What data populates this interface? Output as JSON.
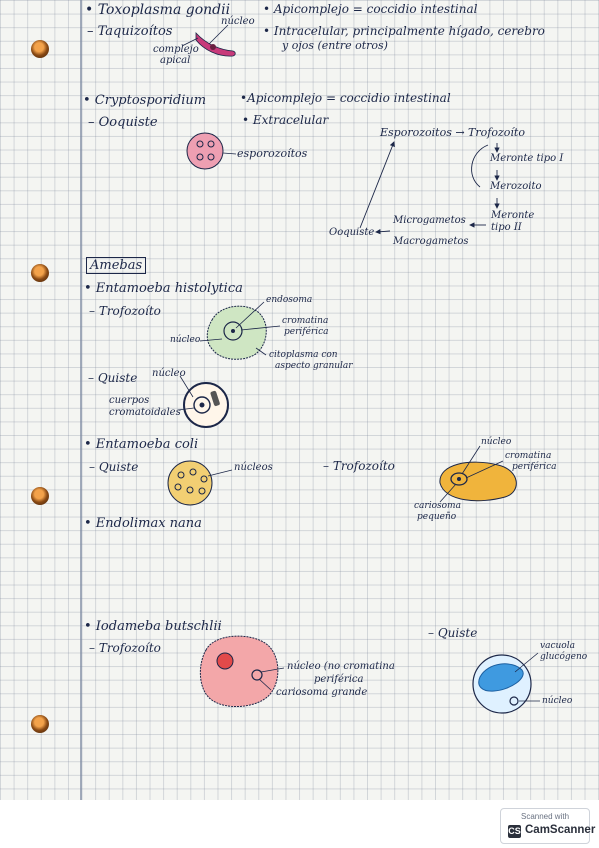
{
  "page": {
    "toxo_name": "• Toxoplasma gondii",
    "toxo_apico": "• Apicomplejo = coccidio intestinal",
    "toxo_taqui": "– Taquizoítos",
    "toxo_nucleo": "núcleo",
    "toxo_complejo_1": "complejo",
    "toxo_complejo_2": "apical",
    "toxo_intra_1": "• Intracelular, principalmente hígado, cerebro",
    "toxo_intra_2": "y ojos (entre otros)",
    "crypto_name": "• Cryptosporidium",
    "crypto_apico": "•Apicomplejo = coccidio intestinal",
    "crypto_ooquiste": "– Ooquiste",
    "crypto_extra": "• Extracelular",
    "crypto_esporozoitos": "esporozoítos",
    "cycle_espor_trofo": "Esporozoitos → Trofozoíto",
    "cycle_meronte1": "Meronte tipo I",
    "cycle_merozoito": "Merozoito",
    "cycle_meronte2_1": "Meronte",
    "cycle_meronte2_2": "tipo II",
    "cycle_micro": "Microgametos",
    "cycle_macro": "Macrogametos",
    "cycle_ooquiste": "Ooquiste",
    "amebas_title": "Amebas",
    "eh_name": "• Entamoeba histolytica",
    "eh_trofo": "– Trofozoíto",
    "eh_endosoma": "endosoma",
    "eh_cromatina_1": "cromatina",
    "eh_cromatina_2": "periférica",
    "eh_nucleo": "núcleo",
    "eh_cito_1": "citoplasma con",
    "eh_cito_2": "aspecto granular",
    "eh_quiste": "– Quiste",
    "eh_quiste_nucleo": "núcleo",
    "eh_cuerpos_1": "cuerpos",
    "eh_cuerpos_2": "cromatoidales",
    "ec_name": "• Entamoeba coli",
    "ec_quiste": "– Quiste",
    "ec_nucleos": "núcleos",
    "ec_trofo": "– Trofozoíto",
    "ec_nucleo": "núcleo",
    "ec_cromatina_1": "cromatina",
    "ec_cromatina_2": "periférica",
    "ec_cariosoma_1": "cariosoma",
    "ec_cariosoma_2": "pequeño",
    "en_name": "• Endolimax nana",
    "ib_name": "• Iodameba butschlii",
    "ib_trofo": "– Trofozoíto",
    "ib_nucleo_1": "núcleo (no cromatina",
    "ib_nucleo_2": "periférica",
    "ib_cariosoma": "cariosoma grande",
    "ib_quiste": "– Quiste",
    "ib_vacuola_1": "vacuola",
    "ib_vacuola_2": "glucógeno",
    "ib_q_nucleo": "núcleo"
  },
  "scanner": {
    "scanned_with": "Scanned with",
    "icon_text": "CS",
    "brand": "CamScanner"
  },
  "colors": {
    "ink": "#1c2748",
    "toxo_fill": "#c83a7a",
    "crypto_fill": "#ee9fb2",
    "histolytica_fill": "#cfe6c3",
    "coli_fill": "#f2cf73",
    "coli_trofo_fill": "#f0b43c",
    "butschlii_fill": "#f3a7a9",
    "butschlii_core": "#e24a4a",
    "cyst_blue": "#3f9ae0",
    "paper": "#f4f5f2",
    "grid": "#78829a"
  }
}
